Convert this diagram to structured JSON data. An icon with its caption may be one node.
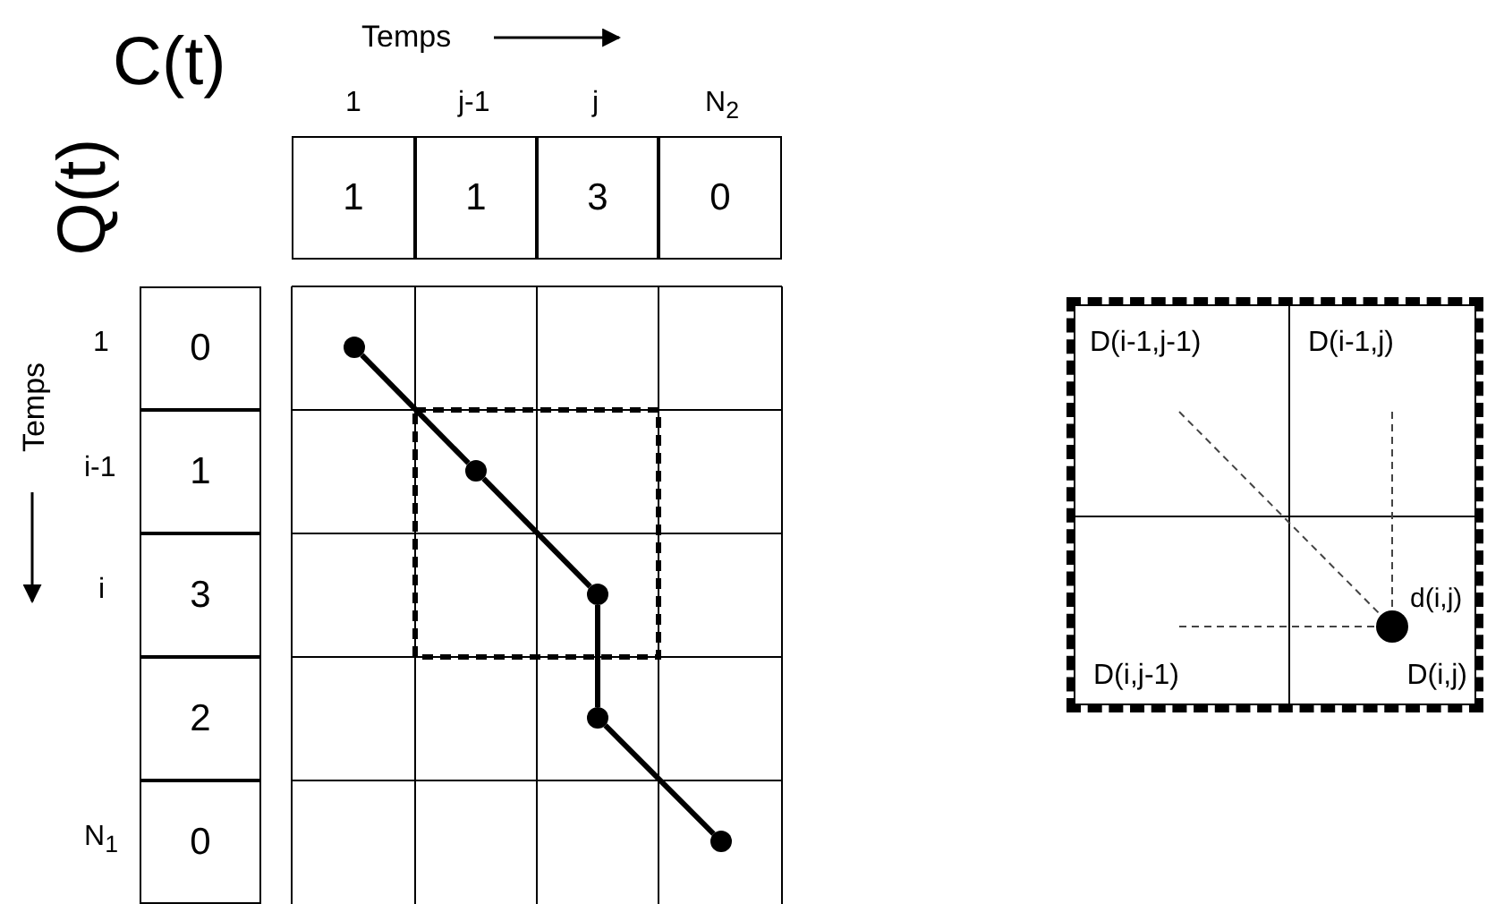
{
  "diagram": {
    "nodes": [
      {
        "text": [
          "1"
        ]
      },
      {
        "text": [
          "1"
        ]
      },
      {
        "text": [
          "3"
        ]
      },
      {
        "text": [
          "0"
        ]
      },
      {
        "text": [
          "0"
        ]
      },
      {
        "text": [
          "1"
        ]
      },
      {
        "text": [
          "3"
        ]
      },
      {
        "text": [
          "2"
        ]
      },
      {
        "text": [
          "0"
        ]
      },
      {
        "text": [],
        "shape": "circle"
      },
      {
        "text": [],
        "shape": "circle"
      },
      {
        "text": [],
        "shape": "circle"
      },
      {
        "text": [],
        "shape": "circle"
      },
      {
        "text": [],
        "shape": "circle"
      },
      {
        "text": [],
        "shape": "box"
      },
      {
        "text": [
          "D(i-1,j-1)"
        ],
        "in": 14
      },
      {
        "text": [
          "D(i-1,j)"
        ],
        "in": 14
      },
      {
        "text": [
          "D(i,j-1)"
        ],
        "in": 14
      },
      {
        "text": [
          "D(i,j)"
        ],
        "in": 14
      },
      {
        "text": [],
        "shape": "circle",
        "in": 18,
        "beside": [
          "d(i,j)"
        ]
      }
    ],
    "edges": [
      {
        "from": 9,
        "to": 10,
        "arrow": "none"
      },
      {
        "from": 10,
        "to": 11,
        "arrow": "none"
      },
      {
        "from": 11,
        "to": 12,
        "arrow": "none"
      },
      {
        "from": 12,
        "to": 13,
        "arrow": "none"
      },
      {
        "from": 15,
        "to": 19,
        "arrow": "none",
        "style": "dashed"
      },
      {
        "from": 16,
        "to": 19,
        "arrow": "none",
        "style": "dashed"
      },
      {
        "from": 17,
        "to": 19,
        "arrow": "none",
        "style": "dashed"
      }
    ],
    "labels": [
      "Temps",
      "C(t)",
      "1",
      "j-1",
      "j",
      "N$_{2}$",
      "Q(t)",
      "1",
      "Temps",
      "i-1",
      "i",
      "N$_{1}$"
    ]
  }
}
